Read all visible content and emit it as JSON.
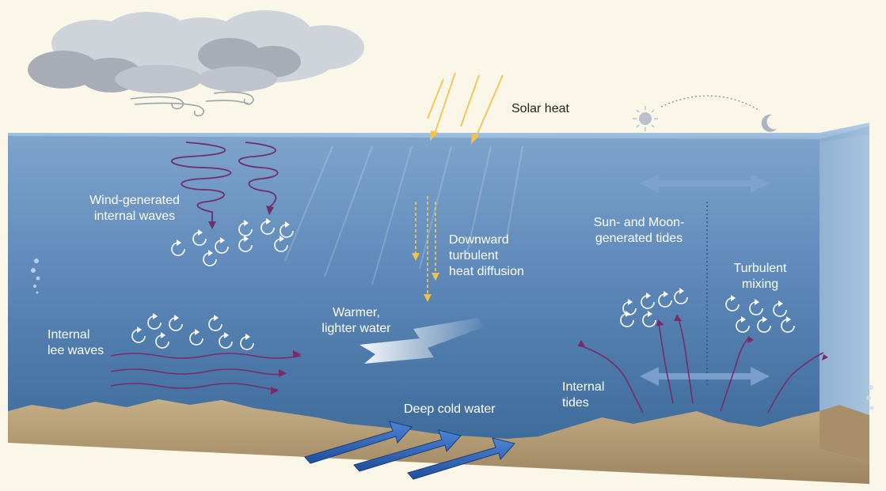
{
  "labels": {
    "solar_heat": "Solar heat",
    "wind_generated": "Wind-generated\ninternal waves",
    "downward": "Downward\nturbulent\nheat diffusion",
    "sun_moon": "Sun- and Moon-\ngenerated tides",
    "turbulent_mixing": "Turbulent\nmixing",
    "warmer": "Warmer,\nlighter water",
    "internal_lee": "Internal\nlee waves",
    "internal_tides": "Internal\ntides",
    "deep_cold": "Deep cold water"
  },
  "colors": {
    "background": "#fbf7e8",
    "ocean_top": "#6f97c6",
    "ocean_bottom": "#3f6f9e",
    "seabed": "#b39a72",
    "wave_purple": "#7a2a6a",
    "solar_yellow": "#f2c24a",
    "cold_arrow": "#2f64b8",
    "label_white": "#ffffff",
    "label_dark": "#222222"
  },
  "icons": [
    "cloud-icon",
    "wind-swirl-icon",
    "sun-icon",
    "moon-icon",
    "eddy-icon",
    "bubble-icon"
  ]
}
